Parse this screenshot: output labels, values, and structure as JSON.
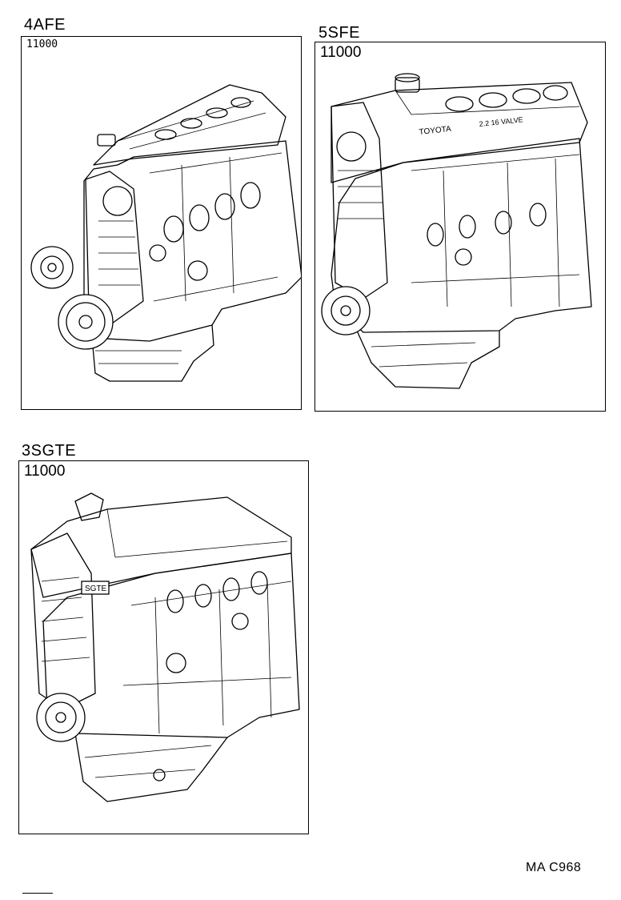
{
  "figures": [
    {
      "engine": "4AFE",
      "part_number": "11000"
    },
    {
      "engine": "5SFE",
      "part_number": "11000"
    },
    {
      "engine": "3SGTE",
      "part_number": "11000"
    }
  ],
  "engine_markings": {
    "head_cover_brand": "TOYOTA",
    "head_cover_model": "2.2 16 VALVE",
    "timing_cover_badge": "SGTE"
  },
  "footer": {
    "code": "MA  C968"
  }
}
